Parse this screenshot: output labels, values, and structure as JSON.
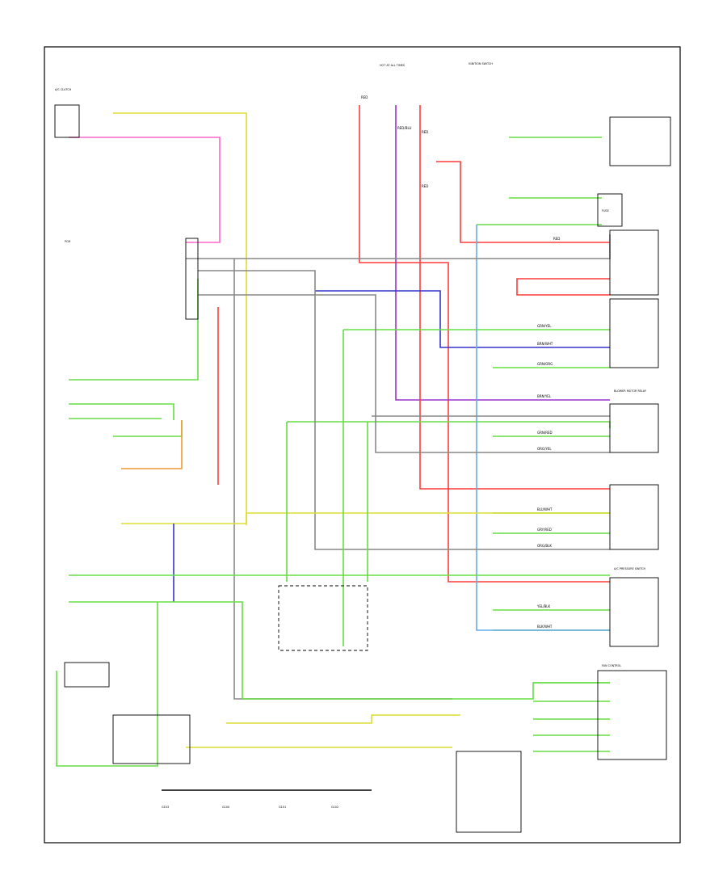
{
  "colors": {
    "red": "#ff3b3b",
    "pink": "#ff66cc",
    "violet": "#9933cc",
    "blue": "#3333cc",
    "green": "#66dd44",
    "yellow": "#dddd33",
    "orange": "#ee9933",
    "ltblue": "#66aaee",
    "gray": "#888888",
    "black": "#000000"
  },
  "wire_labels": [
    "RED",
    "RED/BLU",
    "RED",
    "RED",
    "RED",
    "GRN/YEL",
    "BRN/WHT",
    "GRN/ORG",
    "BRN/YEL",
    "GRN/RED",
    "ORG/YEL",
    "BLU/WHT",
    "GRY/RED",
    "ORG/BLK",
    "YEL/BLK",
    "BLK/WHT"
  ],
  "component_labels": [
    "A/C CLUTCH",
    "PCM",
    "HOT AT ALL TIMES",
    "IGNITION SWITCH",
    "BLOWER MOTOR RELAY",
    "A/C PRESSURE SWITCH",
    "FAN CONTROL",
    "FUSE",
    "G100",
    "G101",
    "G102",
    "G103"
  ]
}
